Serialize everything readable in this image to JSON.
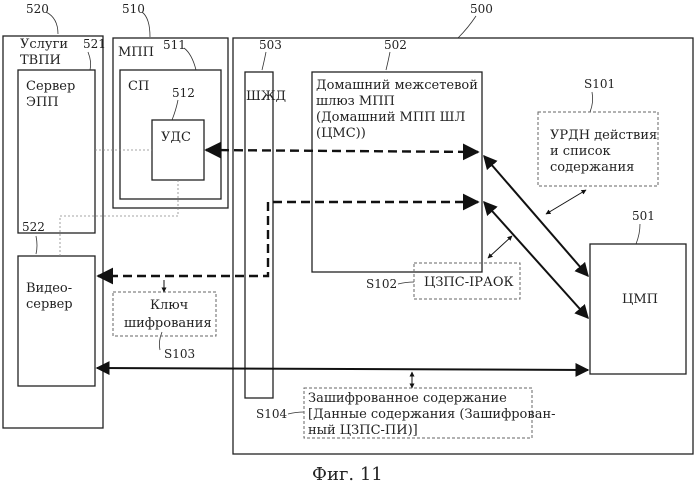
{
  "figure": {
    "caption": "Фиг. 11"
  },
  "refs": {
    "r500": "500",
    "r501": "501",
    "r502": "502",
    "r503": "503",
    "r510": "510",
    "r511": "511",
    "r512": "512",
    "r520": "520",
    "r521": "521",
    "r522": "522",
    "s101": "S101",
    "s102": "S102",
    "s103": "S103",
    "s104": "S104"
  },
  "blocks": {
    "services": [
      "Услуги",
      "ТВПИ"
    ],
    "epp_server": [
      "Сервер",
      "ЭПП"
    ],
    "video_server": [
      "Видео-",
      "сервер"
    ],
    "mpp": "МПП",
    "sp": "СП",
    "uds": "УДС",
    "shzhd": "ШЖД",
    "gateway": [
      "Домашний межсетевой",
      "шлюз МПП",
      "(Домашний МПП ШЛ",
      "(ЦМС))"
    ],
    "cmp": "ЦМП"
  },
  "notes": {
    "s101": [
      "УРДН действия",
      "и список",
      "содержания"
    ],
    "s102": "ЦЗПС-IPАОК",
    "key": [
      "Ключ",
      "шифрования"
    ],
    "s104": [
      "Зашифрованное содержание",
      "[Данные содержания (Зашифрован-",
      "ный ЦЗПС-ПИ)]"
    ]
  }
}
